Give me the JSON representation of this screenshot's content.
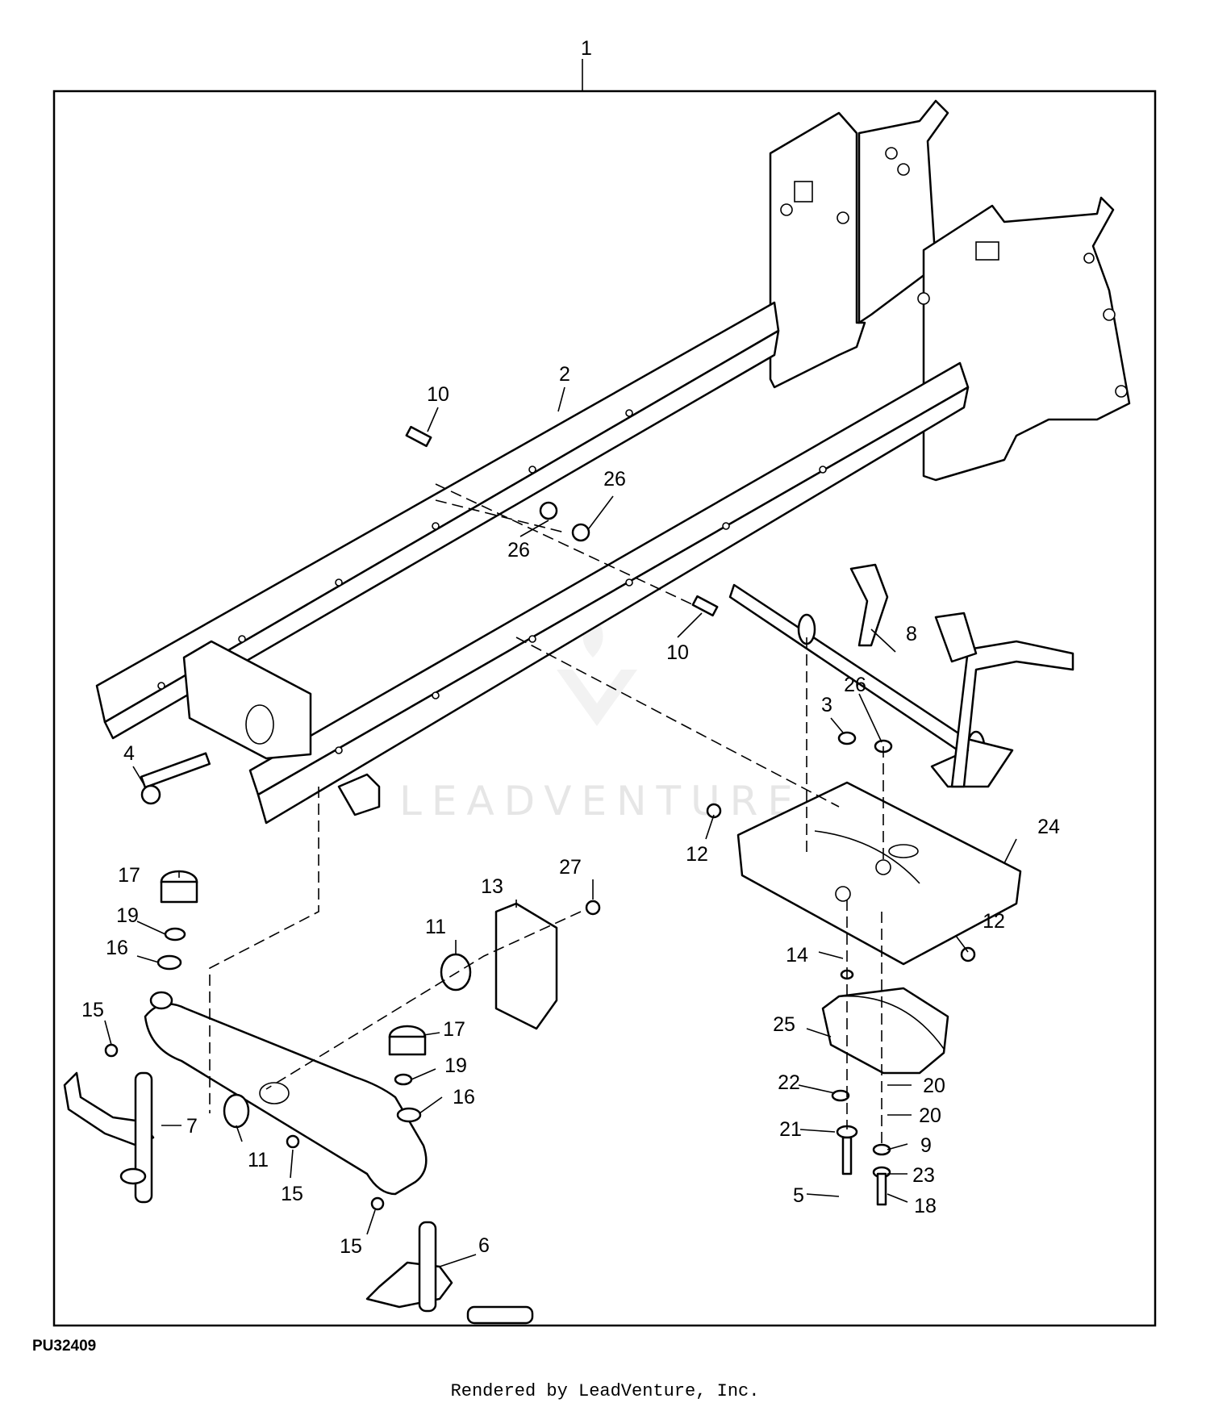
{
  "diagram": {
    "figure_ref": "PU32409",
    "footer": "Rendered by LeadVenture, Inc.",
    "watermark": "LEADVENTURE",
    "callouts": [
      {
        "id": "c1",
        "text": "1"
      },
      {
        "id": "c2",
        "text": "2"
      },
      {
        "id": "c3",
        "text": "3"
      },
      {
        "id": "c4",
        "text": "4"
      },
      {
        "id": "c5",
        "text": "5"
      },
      {
        "id": "c6",
        "text": "6"
      },
      {
        "id": "c7",
        "text": "7"
      },
      {
        "id": "c8",
        "text": "8"
      },
      {
        "id": "c9",
        "text": "9"
      },
      {
        "id": "c10a",
        "text": "10"
      },
      {
        "id": "c10b",
        "text": "10"
      },
      {
        "id": "c11a",
        "text": "11"
      },
      {
        "id": "c11b",
        "text": "11"
      },
      {
        "id": "c12a",
        "text": "12"
      },
      {
        "id": "c12b",
        "text": "12"
      },
      {
        "id": "c13",
        "text": "13"
      },
      {
        "id": "c14",
        "text": "14"
      },
      {
        "id": "c15a",
        "text": "15"
      },
      {
        "id": "c15b",
        "text": "15"
      },
      {
        "id": "c15c",
        "text": "15"
      },
      {
        "id": "c16a",
        "text": "16"
      },
      {
        "id": "c16b",
        "text": "16"
      },
      {
        "id": "c17a",
        "text": "17"
      },
      {
        "id": "c17b",
        "text": "17"
      },
      {
        "id": "c18",
        "text": "18"
      },
      {
        "id": "c19a",
        "text": "19"
      },
      {
        "id": "c19b",
        "text": "19"
      },
      {
        "id": "c20a",
        "text": "20"
      },
      {
        "id": "c20b",
        "text": "20"
      },
      {
        "id": "c21",
        "text": "21"
      },
      {
        "id": "c22",
        "text": "22"
      },
      {
        "id": "c23",
        "text": "23"
      },
      {
        "id": "c24",
        "text": "24"
      },
      {
        "id": "c25",
        "text": "25"
      },
      {
        "id": "c26a",
        "text": "26"
      },
      {
        "id": "c26b",
        "text": "26"
      },
      {
        "id": "c26c",
        "text": "26"
      },
      {
        "id": "c27",
        "text": "27"
      }
    ]
  }
}
